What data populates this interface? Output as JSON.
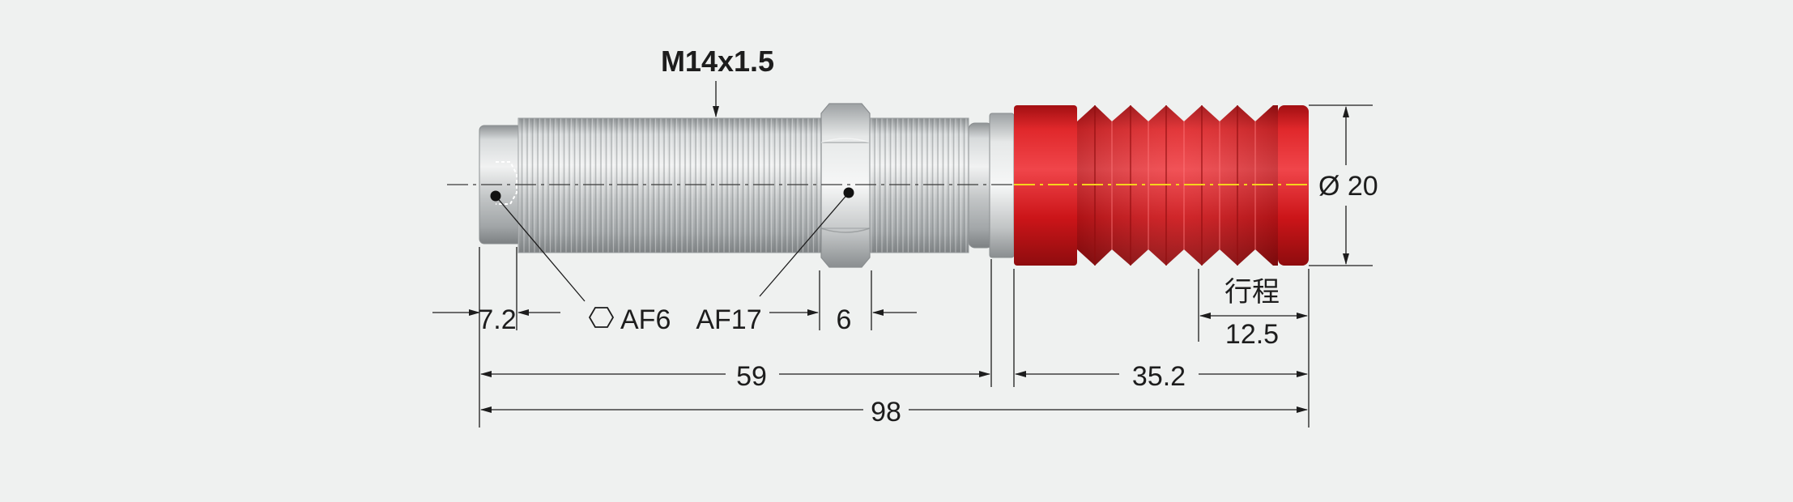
{
  "thread_label": "M14x1.5",
  "dimensions": {
    "front_length": "7.2",
    "hex_socket": "AF6",
    "nut_width_across_flats": "AF17",
    "nut_thickness": "6",
    "stroke_label": "行程",
    "stroke": "12.5",
    "body_length": "59",
    "bellows_length": "35.2",
    "total_length": "98",
    "diameter": "Ø 20"
  },
  "colors": {
    "background": "#eff1f0",
    "bellows_red": "#d0161a",
    "metal": "#b8bcbe",
    "centerline_yellow": "#f5d21e",
    "dimension_line": "#1d1d1d"
  },
  "icons": {
    "hex_socket_symbol": "hexagon-icon"
  }
}
